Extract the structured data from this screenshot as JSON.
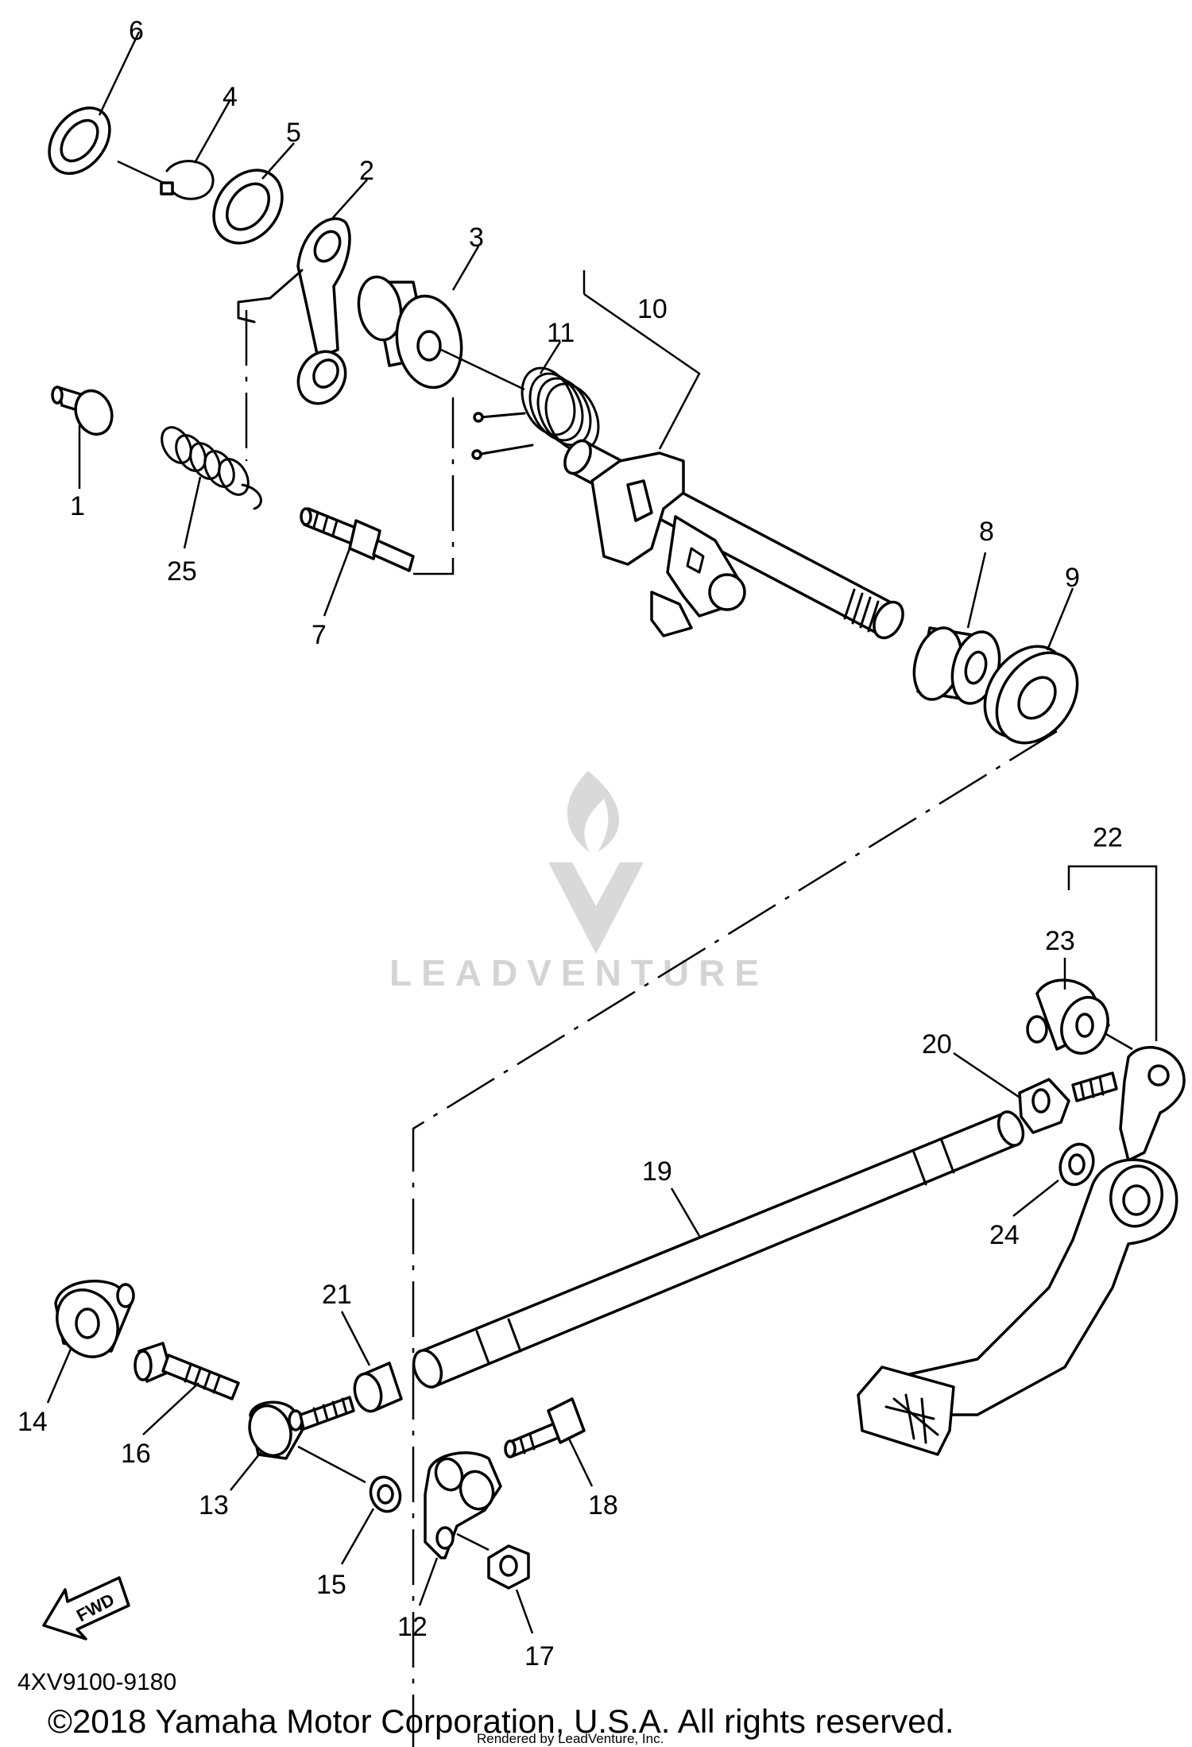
{
  "callouts": {
    "c1": "1",
    "c2": "2",
    "c3": "3",
    "c4": "4",
    "c5": "5",
    "c6": "6",
    "c7": "7",
    "c8": "8",
    "c9": "9",
    "c10": "10",
    "c11": "11",
    "c12": "12",
    "c13": "13",
    "c14": "14",
    "c15": "15",
    "c16": "16",
    "c17": "17",
    "c18": "18",
    "c19": "19",
    "c20": "20",
    "c21": "21",
    "c22": "22",
    "c23": "23",
    "c24": "24",
    "c25": "25"
  },
  "fwd_label": "FWD",
  "watermark": {
    "text": "LEADVENTURE"
  },
  "drawing_code": "4XV9100-9180",
  "copyright": "©2018 Yamaha Motor Corporation, U.S.A. All rights reserved.",
  "rendered_by": "Rendered by LeadVenture, Inc."
}
